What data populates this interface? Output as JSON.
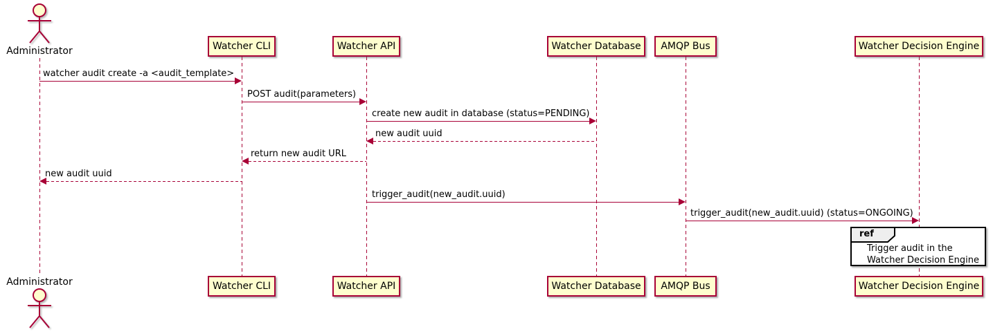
{
  "diagram": {
    "type": "sequence-diagram",
    "actor": {
      "name": "Administrator"
    },
    "participants": [
      {
        "name": "Watcher CLI"
      },
      {
        "name": "Watcher API"
      },
      {
        "name": "Watcher Database"
      },
      {
        "name": "AMQP Bus"
      },
      {
        "name": "Watcher Decision Engine"
      }
    ],
    "messages": [
      {
        "from": "Administrator",
        "to": "Watcher CLI",
        "label": "watcher audit create -a <audit_template>",
        "line": "solid",
        "direction": "right"
      },
      {
        "from": "Watcher CLI",
        "to": "Watcher API",
        "label": "POST audit(parameters)",
        "line": "solid",
        "direction": "right"
      },
      {
        "from": "Watcher API",
        "to": "Watcher Database",
        "label": "create new audit in database (status=PENDING)",
        "line": "solid",
        "direction": "right"
      },
      {
        "from": "Watcher Database",
        "to": "Watcher API",
        "label": "new audit uuid",
        "line": "dashed",
        "direction": "left"
      },
      {
        "from": "Watcher API",
        "to": "Watcher CLI",
        "label": "return new audit URL",
        "line": "dashed",
        "direction": "left"
      },
      {
        "from": "Watcher CLI",
        "to": "Administrator",
        "label": "new audit uuid",
        "line": "dashed",
        "direction": "left"
      },
      {
        "from": "Watcher API",
        "to": "AMQP Bus",
        "label": "trigger_audit(new_audit.uuid)",
        "line": "solid",
        "direction": "right"
      },
      {
        "from": "AMQP Bus",
        "to": "Watcher Decision Engine",
        "label": "trigger_audit(new_audit.uuid) (status=ONGOING)",
        "line": "solid",
        "direction": "right"
      }
    ],
    "ref": {
      "keyword": "ref",
      "line1": "Trigger audit in the",
      "line2": "Watcher Decision Engine"
    },
    "colors": {
      "participant_fill": "#FEFECE",
      "stroke": "#A80036",
      "ref_border": "#000000",
      "ref_tab_fill": "#EEEEEE",
      "background": "#FFFFFF"
    }
  }
}
